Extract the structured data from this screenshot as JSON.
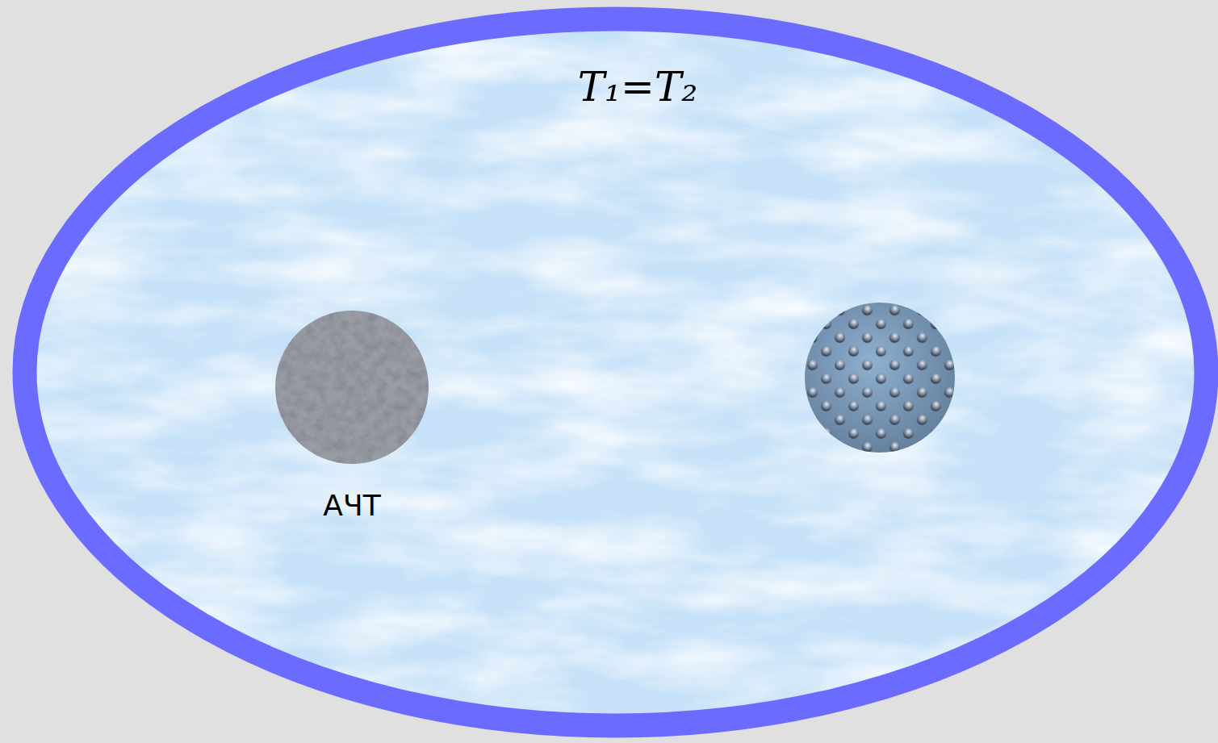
{
  "diagram": {
    "nodes": [
      {
        "text": [
          "T₁=T₂"
        ]
      },
      {
        "text": [
          "АЧТ"
        ],
        "in": 0
      }
    ]
  }
}
